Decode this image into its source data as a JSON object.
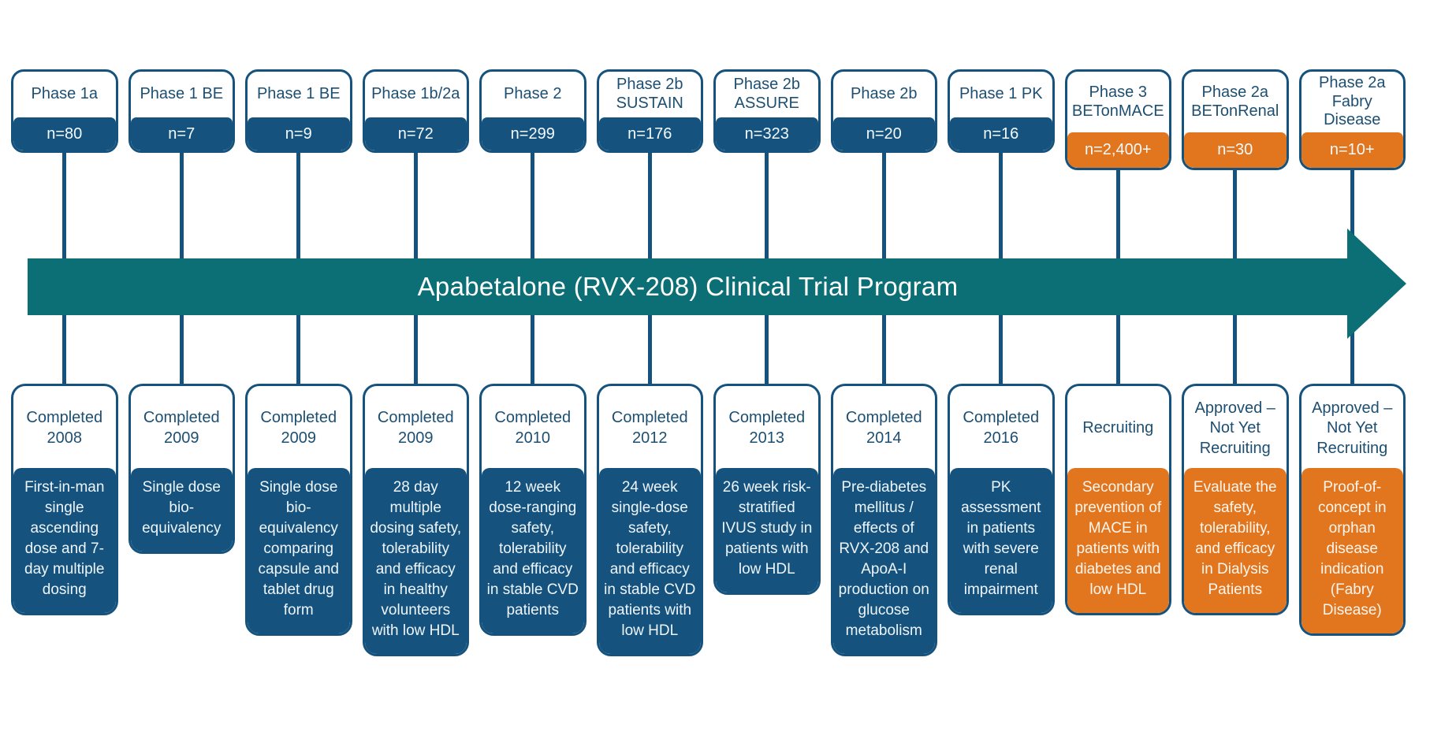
{
  "banner": {
    "title": "Apabetalone (RVX-208) Clinical Trial Program"
  },
  "colors": {
    "navy": "#15537E",
    "orange": "#E2761F",
    "teal": "#0D6F76",
    "heading_text": "#1D4F72"
  },
  "trials": [
    {
      "phase": "Phase 1a",
      "enrollment": "n=80",
      "status": "Completed 2008",
      "description": "First-in-man single ascending dose and 7-day multiple dosing",
      "highlighted": false
    },
    {
      "phase": "Phase 1 BE",
      "enrollment": "n=7",
      "status": "Completed 2009",
      "description": "Single dose bio-equivalency",
      "highlighted": false
    },
    {
      "phase": "Phase 1 BE",
      "enrollment": "n=9",
      "status": "Completed 2009",
      "description": "Single dose bio-equivalency comparing capsule and tablet drug form",
      "highlighted": false
    },
    {
      "phase": "Phase 1b/2a",
      "enrollment": "n=72",
      "status": "Completed 2009",
      "description": "28 day multiple dosing safety, tolerability and efficacy in healthy volunteers with low HDL",
      "highlighted": false
    },
    {
      "phase": "Phase 2",
      "enrollment": "n=299",
      "status": "Completed 2010",
      "description": "12 week dose-ranging safety, tolerability and efficacy in stable CVD patients",
      "highlighted": false
    },
    {
      "phase": "Phase 2b SUSTAIN",
      "enrollment": "n=176",
      "status": "Completed 2012",
      "description": "24 week single-dose safety, tolerability and efficacy in stable CVD patients with low HDL",
      "highlighted": false
    },
    {
      "phase": "Phase 2b ASSURE",
      "enrollment": "n=323",
      "status": "Completed 2013",
      "description": "26 week risk-stratified IVUS study in patients with low HDL",
      "highlighted": false
    },
    {
      "phase": "Phase 2b",
      "enrollment": "n=20",
      "status": "Completed 2014",
      "description": "Pre-diabetes mellitus / effects of RVX-208 and ApoA-I production on glucose metabolism",
      "highlighted": false
    },
    {
      "phase": "Phase 1 PK",
      "enrollment": "n=16",
      "status": "Completed 2016",
      "description": "PK assessment in patients with severe renal impairment",
      "highlighted": false
    },
    {
      "phase": "Phase 3 BETonMACE",
      "enrollment": "n=2,400+",
      "status": "Recruiting",
      "description": "Secondary prevention of MACE in patients with diabetes and low HDL",
      "highlighted": true
    },
    {
      "phase": "Phase 2a BETonRenal",
      "enrollment": "n=30",
      "status": "Approved – Not Yet Recruiting",
      "description": "Evaluate the safety, tolerability, and efficacy in Dialysis Patients",
      "highlighted": true
    },
    {
      "phase": "Phase 2a Fabry Disease",
      "enrollment": "n=10+",
      "status": "Approved – Not Yet Recruiting",
      "description": "Proof-of-concept in orphan disease indication (Fabry Disease)",
      "highlighted": true
    }
  ]
}
